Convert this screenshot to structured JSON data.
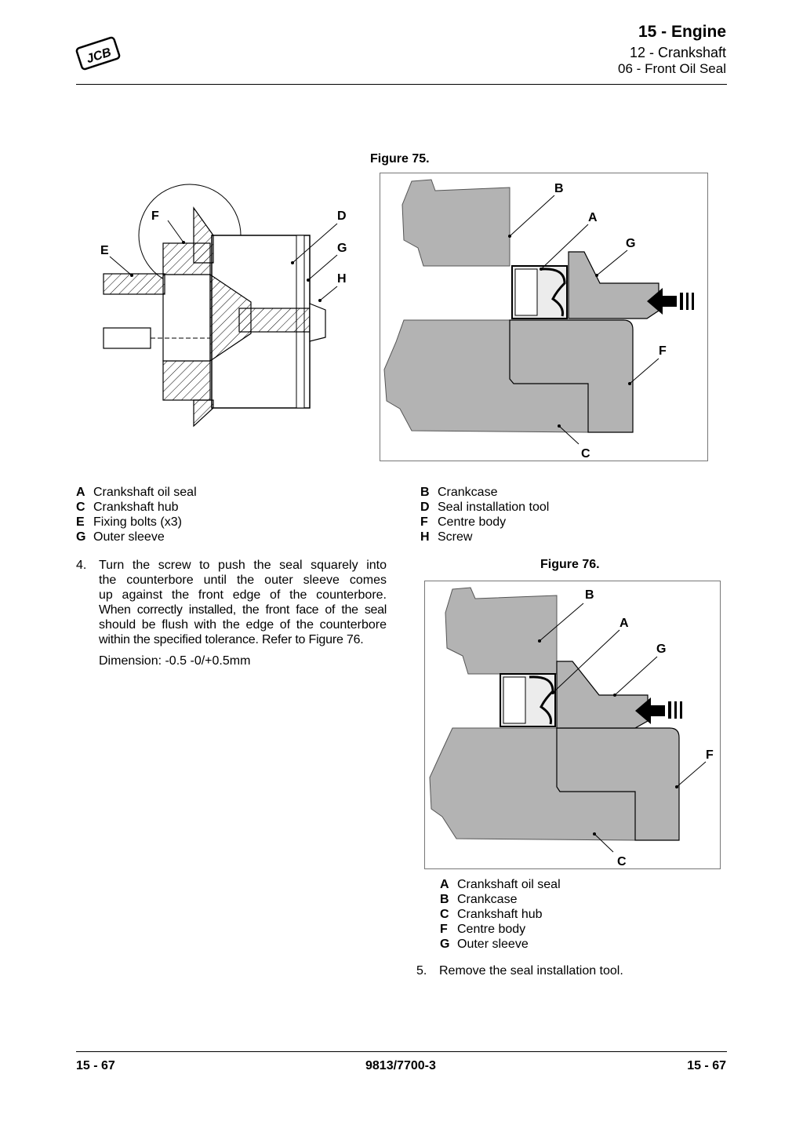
{
  "header": {
    "title": "15 - Engine",
    "subtitle": "12 - Crankshaft",
    "section": "06 - Front Oil Seal",
    "logo_text": "JCB"
  },
  "figure75": {
    "caption": "Figure 75.",
    "labels": {
      "A": "A",
      "B": "B",
      "C": "C",
      "D": "D",
      "E": "E",
      "F": "F",
      "G": "G",
      "H": "H"
    }
  },
  "legend75": {
    "left": [
      {
        "key": "A",
        "text": "Crankshaft oil seal"
      },
      {
        "key": "C",
        "text": "Crankshaft hub"
      },
      {
        "key": "E",
        "text": "Fixing bolts (x3)"
      },
      {
        "key": "G",
        "text": "Outer sleeve"
      }
    ],
    "right": [
      {
        "key": "B",
        "text": "Crankcase"
      },
      {
        "key": "D",
        "text": "Seal installation tool"
      },
      {
        "key": "F",
        "text": "Centre body"
      },
      {
        "key": "H",
        "text": "Screw"
      }
    ]
  },
  "step4": {
    "number": "4.",
    "lines": [
      "Turn the screw to push the seal squarely into",
      "the counterbore until the outer sleeve comes",
      "up against the front edge of the counterbore.",
      "When correctly installed, the front face of the seal",
      "should be flush with the edge of the counterbore",
      "within the specified tolerance. Refer to Figure 76."
    ],
    "dimension": "Dimension: -0.5 -0/+0.5mm"
  },
  "figure76": {
    "caption": "Figure 76.",
    "labels": {
      "A": "A",
      "B": "B",
      "C": "C",
      "F": "F",
      "G": "G"
    }
  },
  "legend76": [
    {
      "key": "A",
      "text": "Crankshaft oil seal"
    },
    {
      "key": "B",
      "text": "Crankcase"
    },
    {
      "key": "C",
      "text": "Crankshaft hub"
    },
    {
      "key": "F",
      "text": "Centre body"
    },
    {
      "key": "G",
      "text": "Outer sleeve"
    }
  ],
  "step5": {
    "number": "5.",
    "text": "Remove the seal installation tool."
  },
  "footer": {
    "left": "15 - 67",
    "center": "9813/7700-3",
    "right": "15 - 67"
  }
}
